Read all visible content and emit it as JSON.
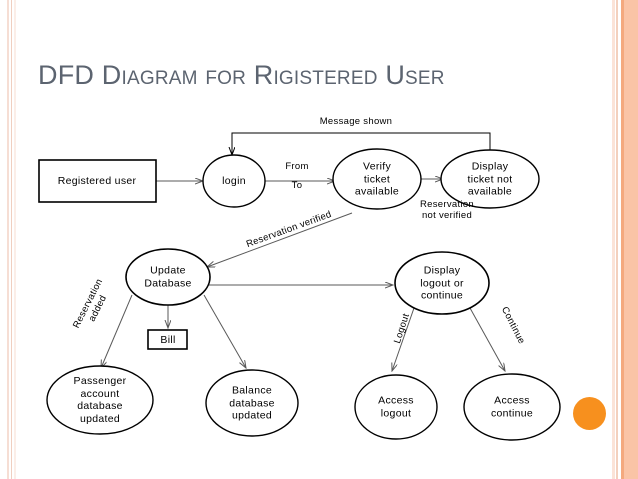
{
  "slide": {
    "title": "DFD Diagram for Rigistered User",
    "title_color": "#5c6470",
    "background": "#ffffff",
    "accent_color": "#f7901e",
    "stripe_colors": [
      "#f6ded4",
      "#f0cfc0",
      "#fbeee8",
      "#fbe3d7",
      "#f3d0bd",
      "#f4a97e",
      "#fac4a6"
    ]
  },
  "diagram": {
    "type": "data-flow-diagram",
    "nodes": [
      {
        "id": "registered-user",
        "shape": "rect",
        "label": "Registered user"
      },
      {
        "id": "login",
        "shape": "ellipse",
        "label": "login"
      },
      {
        "id": "verify-ticket",
        "shape": "ellipse",
        "label": "Verify\nticket\navailable"
      },
      {
        "id": "display-ticket-na",
        "shape": "ellipse",
        "label": "Display\nticket not\navailable"
      },
      {
        "id": "update-database",
        "shape": "ellipse",
        "label": "Update\nDatabase"
      },
      {
        "id": "bill",
        "shape": "rect",
        "label": "Bill"
      },
      {
        "id": "display-logout",
        "shape": "ellipse",
        "label": "Display\nlogout or\ncontinue"
      },
      {
        "id": "passenger-account",
        "shape": "ellipse",
        "label": "Passenger\naccount\ndatabase\nupdated"
      },
      {
        "id": "balance-database",
        "shape": "ellipse",
        "label": "Balance\ndatabase\nupdated"
      },
      {
        "id": "access-logout",
        "shape": "ellipse",
        "label": "Access\nlogout"
      },
      {
        "id": "access-continue",
        "shape": "ellipse",
        "label": "Access\ncontinue"
      }
    ],
    "edges": [
      {
        "id": "e-user-login",
        "from": "registered-user",
        "to": "login",
        "label": ""
      },
      {
        "id": "e-login-verify",
        "from": "login",
        "to": "verify-ticket",
        "label": "From\nTo"
      },
      {
        "id": "e-verify-display",
        "from": "verify-ticket",
        "to": "display-ticket-na",
        "label": "Reservation\nnot verified"
      },
      {
        "id": "e-display-login",
        "from": "display-ticket-na",
        "to": "login",
        "label": "Message shown"
      },
      {
        "id": "e-verify-update",
        "from": "verify-ticket",
        "to": "update-database",
        "label": "Reservation verified"
      },
      {
        "id": "e-update-passenger",
        "from": "update-database",
        "to": "passenger-account",
        "label": "Reservation\nadded"
      },
      {
        "id": "e-update-bill",
        "from": "update-database",
        "to": "bill",
        "label": ""
      },
      {
        "id": "e-update-balance",
        "from": "update-database",
        "to": "balance-database",
        "label": ""
      },
      {
        "id": "e-update-displaylogout",
        "from": "update-database",
        "to": "display-logout",
        "label": ""
      },
      {
        "id": "e-logout-access",
        "from": "display-logout",
        "to": "access-logout",
        "label": "Logout"
      },
      {
        "id": "e-continue-access",
        "from": "display-logout",
        "to": "access-continue",
        "label": "Continue"
      }
    ],
    "labels": {
      "message_shown": "Message shown",
      "from": "From",
      "to": "To",
      "reservation_not_verified": "Reservation\nnot verified",
      "reservation_verified": "Reservation verified",
      "reservation_added": "Reservation\nadded",
      "logout": "Logout",
      "continue": "Continue"
    }
  }
}
